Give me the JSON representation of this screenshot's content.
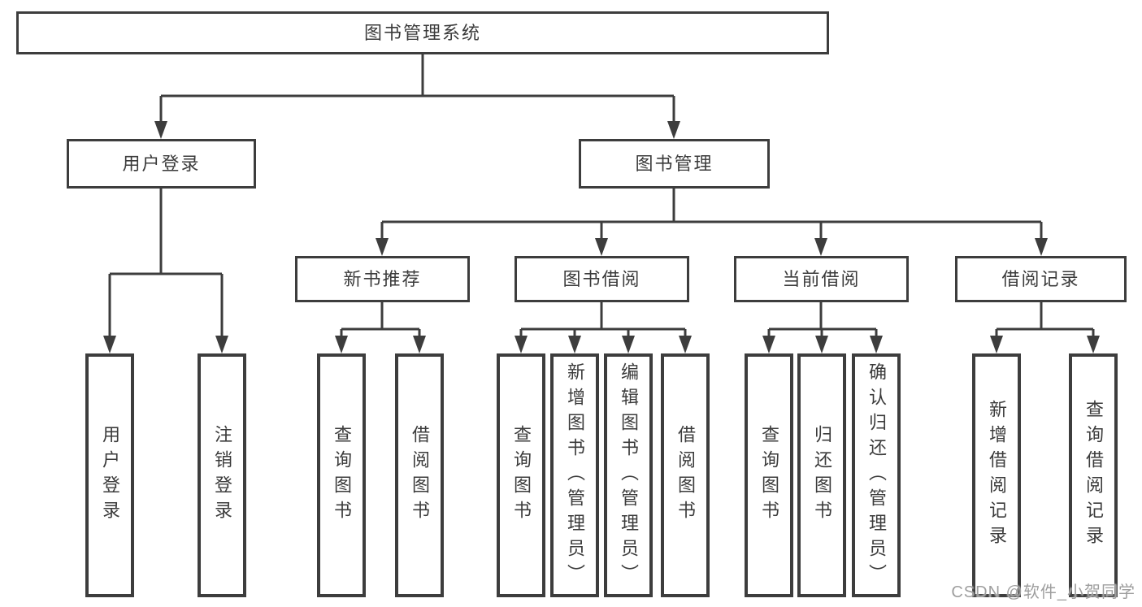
{
  "diagram": {
    "tree": {
      "root": {
        "label": "图书管理系统",
        "children": [
          {
            "label": "用户登录",
            "children": [
              {
                "label": "用户登录"
              },
              {
                "label": "注销登录"
              }
            ]
          },
          {
            "label": "图书管理",
            "children": [
              {
                "label": "新书推荐",
                "children": [
                  {
                    "label": "查询图书"
                  },
                  {
                    "label": "借阅图书"
                  }
                ]
              },
              {
                "label": "图书借阅",
                "children": [
                  {
                    "label": "查询图书"
                  },
                  {
                    "label": "新增图书（管理员）"
                  },
                  {
                    "label": "编辑图书（管理员）"
                  },
                  {
                    "label": "借阅图书"
                  }
                ]
              },
              {
                "label": "当前借阅",
                "children": [
                  {
                    "label": "查询图书"
                  },
                  {
                    "label": "归还图书"
                  },
                  {
                    "label": "确认归还（管理员）"
                  }
                ]
              },
              {
                "label": "借阅记录",
                "children": [
                  {
                    "label": "新增借阅记录"
                  },
                  {
                    "label": "查询借阅记录"
                  }
                ]
              }
            ]
          }
        ]
      }
    },
    "colors": {
      "line": "#3d3d3d",
      "box_border": "#3d3d3d",
      "text": "#3b3b3b",
      "watermark": "#9e9e9e",
      "background": "#ffffff"
    },
    "watermark": {
      "text": "CSDN @软件_小贺同学"
    }
  }
}
